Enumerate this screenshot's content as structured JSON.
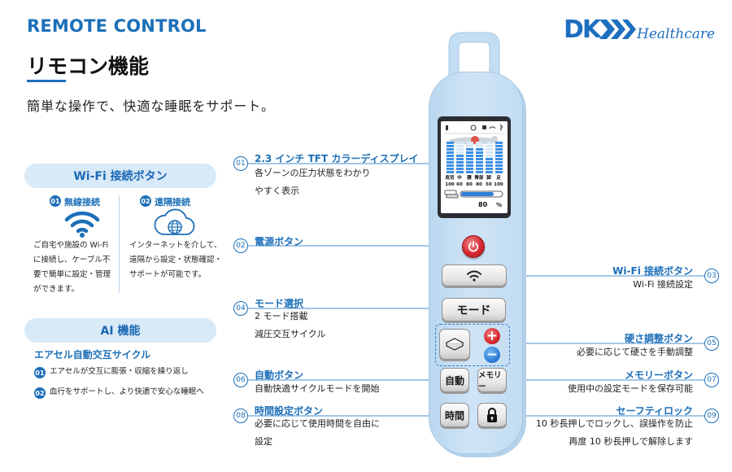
{
  "header": {
    "title_en": "REMOTE CONTROL",
    "title_jp": "リモコン機能",
    "subtitle": "簡単な操作で、快適な睡眠をサポート。",
    "logo_main": "DK",
    "logo_sub": "Healthcare"
  },
  "wifi_section": {
    "title": "Wi-Fi 接続ボタン",
    "features": [
      {
        "num": "01",
        "title": "無線接続",
        "lines": [
          "ご自宅や施設の Wi-Fi",
          "に接続し、ケーブル不",
          "要で簡単に設定・管理",
          "ができます。"
        ]
      },
      {
        "num": "02",
        "title": "遠隔接続",
        "lines": [
          "インターネットを介して、",
          "遠隔から設定・状態確認・",
          "サポートが可能です。"
        ]
      }
    ]
  },
  "ai_section": {
    "title": "AI 機能",
    "subtitle": "エアセル自動交互サイクル",
    "items": [
      {
        "num": "01",
        "text": "エアセルが交互に膨張・収縮を繰り返し"
      },
      {
        "num": "02",
        "text": "血行をサポートし、より快適で安心な睡眠へ"
      }
    ]
  },
  "remote": {
    "screen": {
      "zones": [
        "肩背",
        "中",
        "腰",
        "臀部",
        "脚",
        "足"
      ],
      "values": [
        "100",
        "60",
        "80",
        "80",
        "50",
        "100"
      ],
      "percent": "80",
      "percent_unit": "%"
    },
    "buttons": {
      "mode": "モード",
      "plus": "+",
      "minus": "−",
      "auto": "自動",
      "memory": "メモリー",
      "timer": "時間"
    }
  },
  "callouts": [
    {
      "num": "01",
      "title": "2.3 インチ TFT カラーディスプレイ",
      "desc": [
        "各ゾーンの圧力状態をわかり",
        "やすく表示"
      ]
    },
    {
      "num": "02",
      "title": "電源ボタン",
      "desc": []
    },
    {
      "num": "03",
      "title": "Wi-Fi 接続ボタン",
      "desc": [
        "Wi-Fi 接続設定"
      ]
    },
    {
      "num": "04",
      "title": "モード選択",
      "desc": [
        "2 モード搭載",
        "減圧交互サイクル"
      ]
    },
    {
      "num": "05",
      "title": "硬さ調整ボタン",
      "desc": [
        "必要に応じて硬さを手動調整"
      ]
    },
    {
      "num": "06",
      "title": "自動ボタン",
      "desc": [
        "自動快適サイクルモードを開始"
      ]
    },
    {
      "num": "07",
      "title": "メモリーボタン",
      "desc": [
        "使用中の設定モードを保存可能"
      ]
    },
    {
      "num": "08",
      "title": "時間設定ボタン",
      "desc": [
        "必要に応じて使用時間を自由に",
        "設定"
      ]
    },
    {
      "num": "09",
      "title": "セーフティロック",
      "desc": [
        "10 秒長押しでロックし、誤操作を防止",
        "再度 10 秒長押しで解除します"
      ]
    }
  ],
  "colors": {
    "accent": "#1c6fb8",
    "pill_bg": "#d8e9f7",
    "remote_body": "#c6def4",
    "power_red": "#d7282f"
  }
}
